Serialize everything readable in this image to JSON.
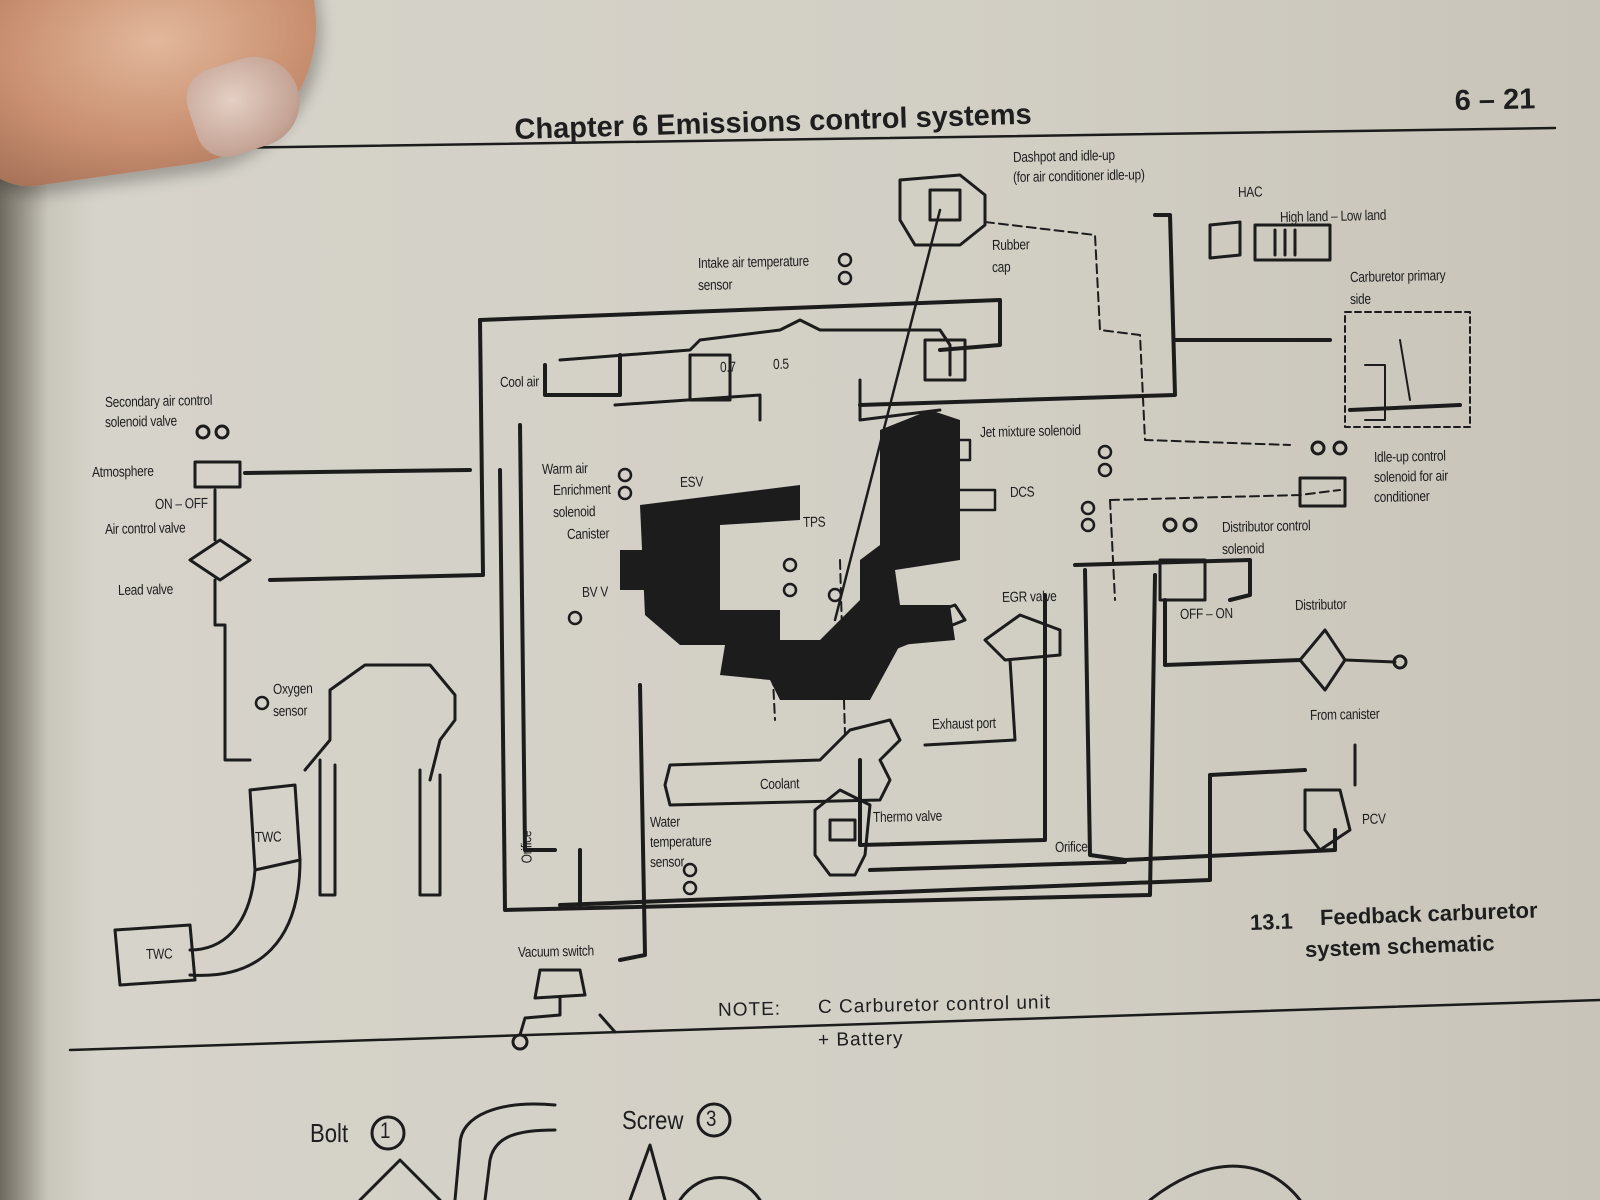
{
  "header": {
    "chapter": "Chapter 6   Emissions control systems",
    "page_number": "6 – 21"
  },
  "labels": {
    "dashpot": "Dashpot and idle-up",
    "dashpot_sub": "(for air conditioner idle-up)",
    "rubber_cap_1": "Rubber",
    "rubber_cap_2": "cap",
    "hac": "HAC",
    "high_low_land": "High land – Low land",
    "carb_primary_1": "Carburetor primary",
    "carb_primary_2": "side",
    "intake_air_1": "Intake air temperature",
    "intake_air_2": "sensor",
    "secondary_air_1": "Secondary air control",
    "secondary_air_2": "solenoid valve",
    "atmosphere": "Atmosphere",
    "on_off": "ON – OFF",
    "air_control_valve": "Air control valve",
    "lead_valve": "Lead valve",
    "cool_air": "Cool air",
    "v07": "0.7",
    "v05": "0.5",
    "warm_air": "Warm air",
    "enrichment_1": "Enrichment",
    "enrichment_2": "solenoid",
    "esv": "ESV",
    "canister": "Canister",
    "bvv": "BV V",
    "tps": "TPS",
    "jet_mixture": "Jet mixture solenoid",
    "dcs": "DCS",
    "idle_up_1": "Idle-up control",
    "idle_up_2": "solenoid for air",
    "idle_up_3": "conditioner",
    "distributor_control_1": "Distributor control",
    "distributor_control_2": "solenoid",
    "off_on": "OFF – ON",
    "distributor": "Distributor",
    "egr_valve": "EGR valve",
    "oxygen_1": "Oxygen",
    "oxygen_2": "sensor",
    "exhaust_port": "Exhaust port",
    "from_canister": "From canister",
    "coolant": "Coolant",
    "thermo_valve": "Thermo valve",
    "orifice_left": "Orifice",
    "orifice_right": "Orifice",
    "water_temp_1": "Water",
    "water_temp_2": "temperature",
    "water_temp_3": "sensor",
    "pcv": "PCV",
    "twc_1": "TWC",
    "twc_2": "TWC",
    "vacuum_switch": "Vacuum switch"
  },
  "caption": {
    "number": "13.1",
    "line1": "Feedback carburetor",
    "line2": "system schematic"
  },
  "note": {
    "heading": "NOTE:",
    "line1": "C  Carburetor control unit",
    "line2": "+  Battery"
  },
  "next_figure": {
    "bolt": "Bolt",
    "bolt_num": "1",
    "screw": "Screw",
    "screw_num": "3"
  }
}
